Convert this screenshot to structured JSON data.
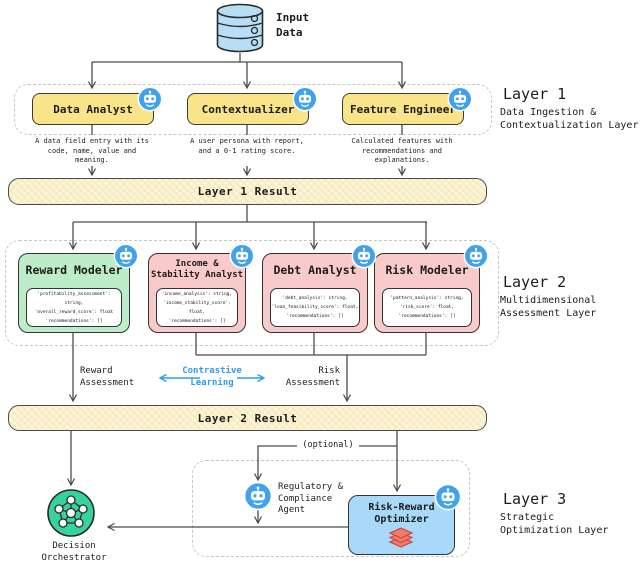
{
  "colors": {
    "agent_box_yellow": "#F9E48A",
    "result_bar_cream": "#FCF5D8",
    "reward_green": "#BDEDC8",
    "assessment_pink": "#F9CACA",
    "optimizer_blue": "#A9D9F8",
    "database_blue": "#B8DEF6",
    "robot_badge_blue": "#3FA2EF",
    "orchestrator_green": "#36D39E",
    "layers_stack_red": "#F4796B",
    "connector_gray": "#4a4a4a",
    "contrastive_blue": "#2E9CEB"
  },
  "icons": {
    "database": "database-icon",
    "robot": "robot-agent-icon",
    "network": "network-graph-icon",
    "layers_stack": "stacked-layers-icon"
  },
  "input_data": {
    "label": "Input\nData"
  },
  "layer1": {
    "side_title": "Layer 1",
    "side_subtitle": "Data Ingestion &\nContextualization Layer",
    "agents": [
      {
        "name": "Data Analyst",
        "desc": "A data field entry\nwith its code, name,\nvalue and meaning."
      },
      {
        "name": "Contextualizer",
        "desc": "A user persona with\nreport, and a 0-1\nrating score."
      },
      {
        "name": "Feature Engineer",
        "desc": "Calculated features\nwith recommendations\nand explanations."
      }
    ],
    "result": "Layer 1 Result"
  },
  "layer2": {
    "side_title": "Layer 2",
    "side_subtitle": "Multidimensional\nAssessment Layer",
    "agents": [
      {
        "name": "Reward Modeler",
        "schema": "'profitability_assessment': string,\n'overall_reward_score': float\n'recommendations': []"
      },
      {
        "name": "Income &\nStability Analyst",
        "schema": "'income_analysis': string,\n'income_stability_score': float,\n'recommendations': []"
      },
      {
        "name": "Debt Analyst",
        "schema": "'debt_analysis': string,\n'loan_feasibility_score': float,\n'recommendations': []"
      },
      {
        "name": "Risk Modeler",
        "schema": "'pattern_analysis': string,\n'risk_score': float,\n'recommendations': []"
      }
    ],
    "reward_label": "Reward\nAssessment",
    "contrastive_label": "Contrastive\nLearning",
    "risk_label": "Risk\nAssessment",
    "result": "Layer 2 Result"
  },
  "layer3": {
    "side_title": "Layer 3",
    "side_subtitle": "Strategic\nOptimization Layer",
    "optional_label": "(optional)",
    "regulatory_agent_label": "Regulatory &\nCompliance\nAgent",
    "optimizer_label": "Risk-Reward\nOptimizer",
    "orchestrator_label": "Decision\nOrchestrator"
  }
}
